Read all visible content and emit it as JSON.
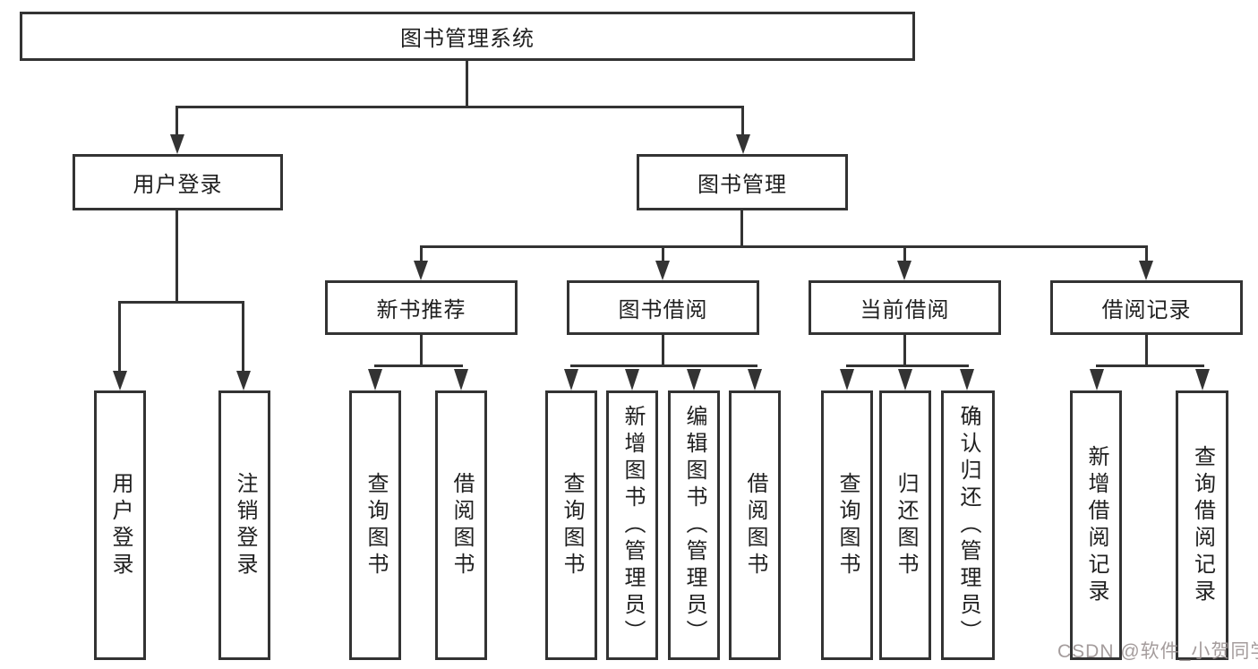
{
  "diagram": {
    "title_node": "图书管理系统",
    "root": {
      "label": "图书管理系统"
    },
    "level2": [
      {
        "label": "用户登录"
      },
      {
        "label": "图书管理"
      }
    ],
    "level3": [
      {
        "label": "新书推荐"
      },
      {
        "label": "图书借阅"
      },
      {
        "label": "当前借阅"
      },
      {
        "label": "借阅记录"
      }
    ],
    "leaves": {
      "user_login": [
        "用户登录",
        "注销登录"
      ],
      "new_book": [
        "查询图书",
        "借阅图书"
      ],
      "book_borrowing": [
        "查询图书",
        "新增图书（管理员）",
        "编辑图书（管理员）",
        "借阅图书"
      ],
      "current_borrowing": [
        "查询图书",
        "归还图书",
        "确认归还（管理员）"
      ],
      "borrowing_records": [
        "新增借阅记录",
        "查询借阅记录"
      ]
    }
  },
  "watermark": {
    "text": "CSDN @软件_小贺同学"
  },
  "colors": {
    "line": "#333333",
    "text": "#1f1f1f",
    "background": "#ffffff",
    "watermark": "#9b9292"
  }
}
